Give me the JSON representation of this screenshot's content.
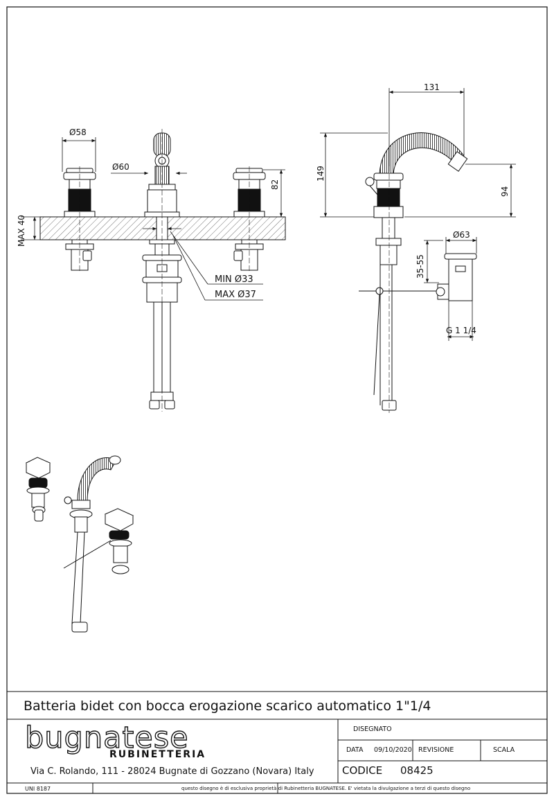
{
  "title": "Batteria bidet con bocca erogazione scarico automatico 1\"1/4",
  "company": {
    "name": "bugnatese",
    "subtitle": "RUBINETTERIA",
    "address": "Via C. Rolando, 111 - 28024 Bugnate di Gozzano (Novara) Italy"
  },
  "info": {
    "disegnato_label": "DISEGNATO",
    "data_label": "DATA",
    "data_value": "09/10/2020",
    "revisione_label": "REVISIONE",
    "scala_label": "SCALA",
    "codice_label": "CODICE",
    "codice_value": "08425"
  },
  "footer": {
    "standard": "UNI 8187",
    "notice": "questo disegno è di esclusiva proprietà di Rubinetteria BUGNATESE. E' vietata la divulgazione a terzi di questo disegno"
  },
  "dimensions": {
    "d58": "Ø58",
    "d60": "Ø60",
    "h82": "82",
    "max40": "MAX 40",
    "min33": "MIN Ø33",
    "max37": "MAX Ø37",
    "w131": "131",
    "h149": "149",
    "h94": "94",
    "d63": "Ø63",
    "r3555": "35-55",
    "g114": "G 1 1/4"
  }
}
